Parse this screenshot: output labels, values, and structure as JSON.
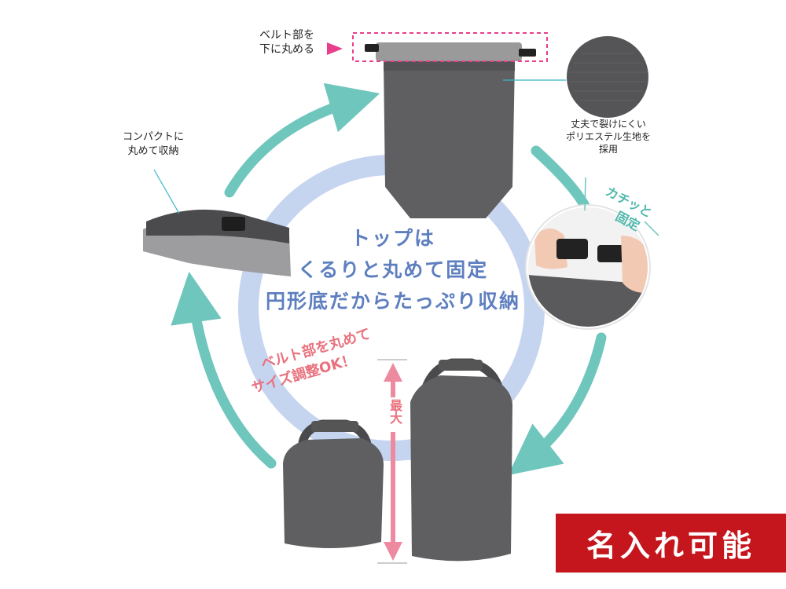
{
  "annotations": {
    "belt_fold": [
      "ベルト部を",
      "下に丸める"
    ],
    "compact": [
      "コンパクトに",
      "丸めて収納"
    ],
    "fabric": [
      "丈夫で裂けにくい",
      "ポリエステル生地を",
      "採用"
    ],
    "click_lock": [
      "カチッと",
      "固定"
    ],
    "size_adjust": [
      "ベルト部を丸めて",
      "サイズ調整OK！"
    ],
    "max_label": "最大"
  },
  "center_text": [
    "トップは",
    "くるりと丸めて固定",
    "円形底だからたっぷり収納"
  ],
  "badge": "名入れ可能",
  "colors": {
    "ring": "#c5d4ef",
    "arrow": "#6fc6bd",
    "bag": "#5f5f61",
    "bag_dark": "#4a4a4c",
    "belt": "#9a9a9a",
    "center_text": "#5e7fbf",
    "pink_accent": "#e83e8c",
    "size_text": "#e8727e",
    "badge_bg": "#c4161c"
  }
}
